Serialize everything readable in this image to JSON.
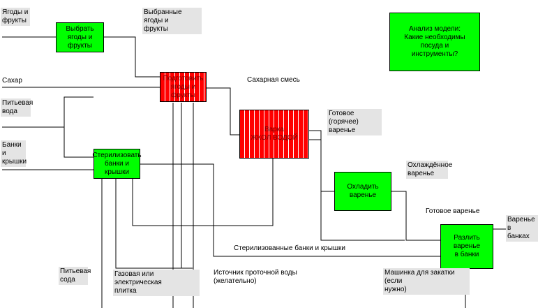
{
  "boxes": {
    "select": "Выбрать\nягоды и\nфрукты",
    "prepare": "Подготовить\nягоды и\nфрукты",
    "cook": "Варка\nЖКОЛ ВОДОЙ",
    "sterilize": "Стерилизовать\nбанки и\nкрышки",
    "cool": "Охладить варенье",
    "pour": "Разлить\nваренье\nв банки",
    "analysis": "Анализ модели:\nКакие необходимы\nпосуда и\nинструменты?"
  },
  "labels": {
    "berries": "Ягоды и\nфрукты",
    "selected": "Выбранные ягоды и\nфрукты",
    "sugar": "Сахар",
    "sugar_mix": "Сахарная смесь",
    "water": "Питьевая\nвода",
    "jars": "Банки и\nкрышки",
    "hot_jam": "Готовое (горячее)\nваренье",
    "cooled_jam": "Охлаждённое\nваренье",
    "ready_jam": "Готовое варенье",
    "jam_in_jars": "Варенье в\nбанках",
    "sterile_jars": "Стерилизованные банки и крышки",
    "soda": "Питьевая\nсода",
    "stove": "Газовая или электрическая\nплитка",
    "tap_water": "Источник проточной воды\n(желательно)",
    "sealer": "Машинка для закатки (если\nнужно)"
  },
  "colors": {
    "process": "#00ff00",
    "highlight": "#ff0000",
    "label_bg": "#e4e4e4"
  }
}
